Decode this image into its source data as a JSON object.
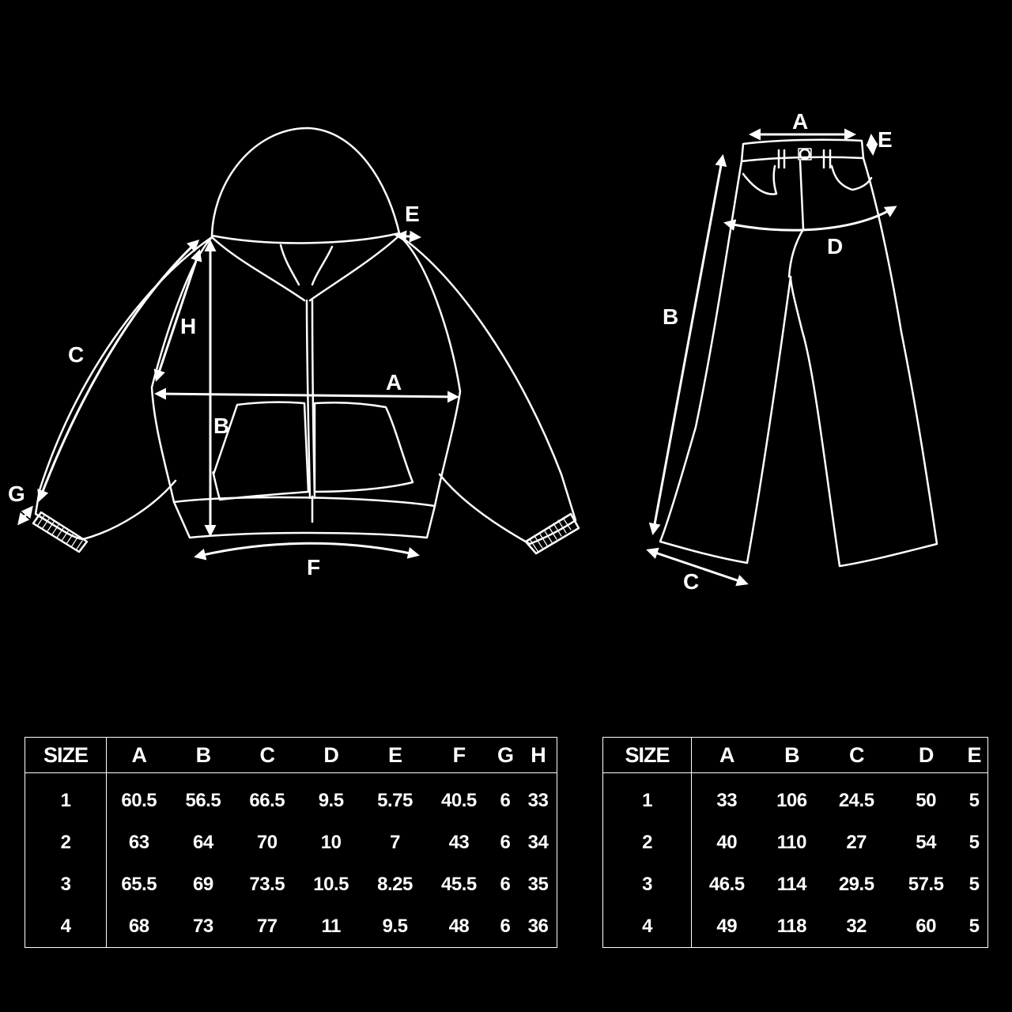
{
  "hoodie": {
    "labels": {
      "A": "A",
      "B": "B",
      "C": "C",
      "E": "E",
      "F": "F",
      "G": "G",
      "H": "H"
    },
    "table": {
      "headers": [
        "SIZE",
        "A",
        "B",
        "C",
        "D",
        "E",
        "F",
        "G",
        "H"
      ],
      "rows": [
        [
          "1",
          "60.5",
          "56.5",
          "66.5",
          "9.5",
          "5.75",
          "40.5",
          "6",
          "33"
        ],
        [
          "2",
          "63",
          "64",
          "70",
          "10",
          "7",
          "43",
          "6",
          "34"
        ],
        [
          "3",
          "65.5",
          "69",
          "73.5",
          "10.5",
          "8.25",
          "45.5",
          "6",
          "35"
        ],
        [
          "4",
          "68",
          "73",
          "77",
          "11",
          "9.5",
          "48",
          "6",
          "36"
        ]
      ]
    }
  },
  "pants": {
    "labels": {
      "A": "A",
      "B": "B",
      "C": "C",
      "D": "D",
      "E": "E"
    },
    "table": {
      "headers": [
        "SIZE",
        "A",
        "B",
        "C",
        "D",
        "E"
      ],
      "rows": [
        [
          "1",
          "33",
          "106",
          "24.5",
          "50",
          "5"
        ],
        [
          "2",
          "40",
          "110",
          "27",
          "54",
          "5"
        ],
        [
          "3",
          "46.5",
          "114",
          "29.5",
          "57.5",
          "5"
        ],
        [
          "4",
          "49",
          "118",
          "32",
          "60",
          "5"
        ]
      ]
    }
  },
  "colors": {
    "background": "#000000",
    "line": "#ffffff"
  }
}
